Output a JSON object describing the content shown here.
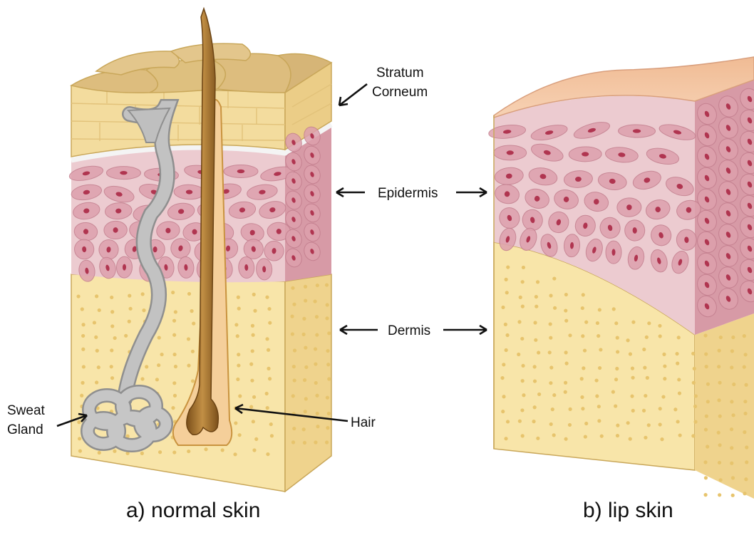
{
  "labels": {
    "stratum_line1": "Stratum",
    "stratum_line2": "Corneum",
    "epidermis": "Epidermis",
    "dermis": "Dermis",
    "sweat_line1": "Sweat",
    "sweat_line2": "Gland",
    "hair": "Hair"
  },
  "captions": {
    "normal": "a) normal skin",
    "lip": "b) lip skin"
  },
  "colors": {
    "stratum_top": "#ddbd7e",
    "stratum_front": "#f3dc9e",
    "epidermis": "#eccbd0",
    "epidermis_side": "#d79aa6",
    "cell": "#dda0ad",
    "nucleus": "#b03550",
    "dermis": "#f8e5a9",
    "dermis_dot": "#e7c46d",
    "hair": "#a5742e",
    "sweat_gland": "#b7b7b7",
    "lip_top": "#f2c3a0"
  }
}
